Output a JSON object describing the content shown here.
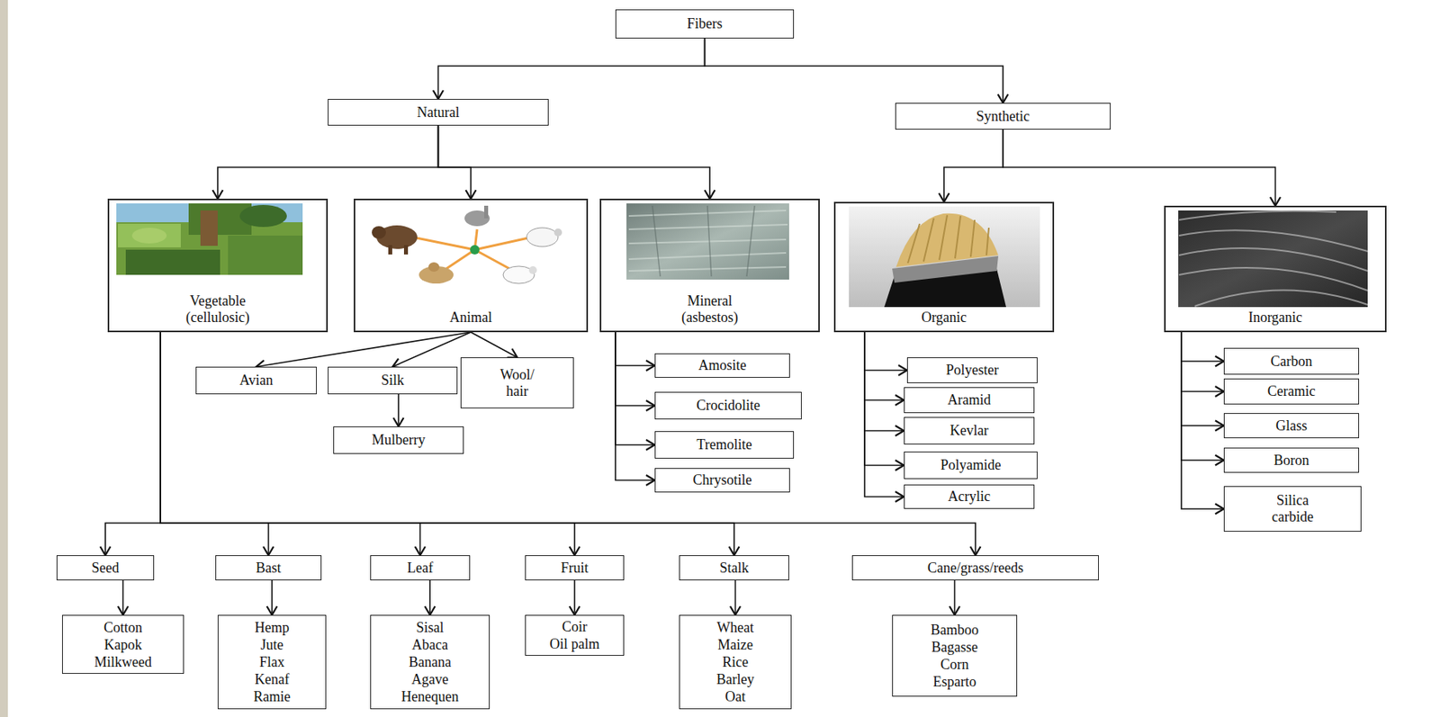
{
  "diagram": {
    "nodes": [
      {
        "text": [
          "Fibers"
        ]
      },
      {
        "text": [
          "Natural"
        ]
      },
      {
        "text": [
          "Synthetic"
        ]
      },
      {
        "text": [
          "Vegetable (cellulosic)"
        ]
      },
      {
        "text": [
          "Animal"
        ]
      },
      {
        "text": [
          "Mineral (asbestos)"
        ]
      },
      {
        "text": [
          "Organic"
        ]
      },
      {
        "text": [
          "Inorganic"
        ]
      },
      {
        "text": [
          "Avian"
        ]
      },
      {
        "text": [
          "Silk"
        ]
      },
      {
        "text": [
          "Wool/ hair"
        ]
      },
      {
        "text": [
          "Mulberry"
        ]
      },
      {
        "text": [
          "Amosite"
        ]
      },
      {
        "text": [
          "Crocidolite"
        ]
      },
      {
        "text": [
          "Tremolite"
        ]
      },
      {
        "text": [
          "Chrysotile"
        ]
      },
      {
        "text": [
          "Polyester"
        ]
      },
      {
        "text": [
          "Aramid"
        ]
      },
      {
        "text": [
          "Kevlar"
        ]
      },
      {
        "text": [
          "Polyamide"
        ]
      },
      {
        "text": [
          "Acrylic"
        ]
      },
      {
        "text": [
          "Carbon"
        ]
      },
      {
        "text": [
          "Ceramic"
        ]
      },
      {
        "text": [
          "Glass"
        ]
      },
      {
        "text": [
          "Boron"
        ]
      },
      {
        "text": [
          "Silica carbide"
        ]
      },
      {
        "text": [
          "Seed"
        ]
      },
      {
        "text": [
          "Bast"
        ]
      },
      {
        "text": [
          "Leaf"
        ]
      },
      {
        "text": [
          "Fruit"
        ]
      },
      {
        "text": [
          "Stalk"
        ]
      },
      {
        "text": [
          "Cane/grass/reeds"
        ]
      },
      {
        "text": [
          "Cotton",
          "Kapok",
          "Milkweed"
        ]
      },
      {
        "text": [
          "Hemp",
          "Jute",
          "Flax",
          "Kenaf",
          "Ramie"
        ]
      },
      {
        "text": [
          "Sisal",
          "Abaca",
          "Banana",
          "Agave",
          "Henequen"
        ]
      },
      {
        "text": [
          "Coir",
          "Oil palm"
        ]
      },
      {
        "text": [
          "Wheat",
          "Maize",
          "Rice",
          "Barley",
          "Oat"
        ]
      },
      {
        "text": [
          "Bamboo",
          "Bagasse",
          "Corn",
          "Esparto"
        ]
      }
    ],
    "edges": [
      {
        "from": 0,
        "to": 1,
        "arrow": "to"
      },
      {
        "from": 0,
        "to": 2,
        "arrow": "to"
      },
      {
        "from": 1,
        "to": 3,
        "arrow": "to"
      },
      {
        "from": 1,
        "to": 4,
        "arrow": "to"
      },
      {
        "from": 1,
        "to": 5,
        "arrow": "to"
      },
      {
        "from": 2,
        "to": 6,
        "arrow": "to"
      },
      {
        "from": 2,
        "to": 7,
        "arrow": "to"
      },
      {
        "from": 4,
        "to": 8,
        "arrow": "to"
      },
      {
        "from": 4,
        "to": 9,
        "arrow": "to"
      },
      {
        "from": 4,
        "to": 10,
        "arrow": "to"
      },
      {
        "from": 9,
        "to": 11,
        "arrow": "to"
      },
      {
        "from": 5,
        "to": 12,
        "arrow": "to"
      },
      {
        "from": 5,
        "to": 13,
        "arrow": "to"
      },
      {
        "from": 5,
        "to": 14,
        "arrow": "to"
      },
      {
        "from": 5,
        "to": 15,
        "arrow": "to"
      },
      {
        "from": 6,
        "to": 16,
        "arrow": "to"
      },
      {
        "from": 6,
        "to": 17,
        "arrow": "to"
      },
      {
        "from": 6,
        "to": 18,
        "arrow": "to"
      },
      {
        "from": 6,
        "to": 19,
        "arrow": "to"
      },
      {
        "from": 6,
        "to": 20,
        "arrow": "to"
      },
      {
        "from": 7,
        "to": 21,
        "arrow": "to"
      },
      {
        "from": 7,
        "to": 22,
        "arrow": "to"
      },
      {
        "from": 7,
        "to": 23,
        "arrow": "to"
      },
      {
        "from": 7,
        "to": 24,
        "arrow": "to"
      },
      {
        "from": 7,
        "to": 25,
        "arrow": "to"
      },
      {
        "from": 3,
        "to": 26,
        "arrow": "to"
      },
      {
        "from": 3,
        "to": 27,
        "arrow": "to"
      },
      {
        "from": 3,
        "to": 28,
        "arrow": "to"
      },
      {
        "from": 3,
        "to": 29,
        "arrow": "to"
      },
      {
        "from": 3,
        "to": 30,
        "arrow": "to"
      },
      {
        "from": 3,
        "to": 31,
        "arrow": "to"
      },
      {
        "from": 26,
        "to": 32,
        "arrow": "to"
      },
      {
        "from": 27,
        "to": 33,
        "arrow": "to"
      },
      {
        "from": 28,
        "to": 34,
        "arrow": "to"
      },
      {
        "from": 29,
        "to": 35,
        "arrow": "to"
      },
      {
        "from": 30,
        "to": 36,
        "arrow": "to"
      },
      {
        "from": 31,
        "to": 37,
        "arrow": "to"
      }
    ]
  }
}
